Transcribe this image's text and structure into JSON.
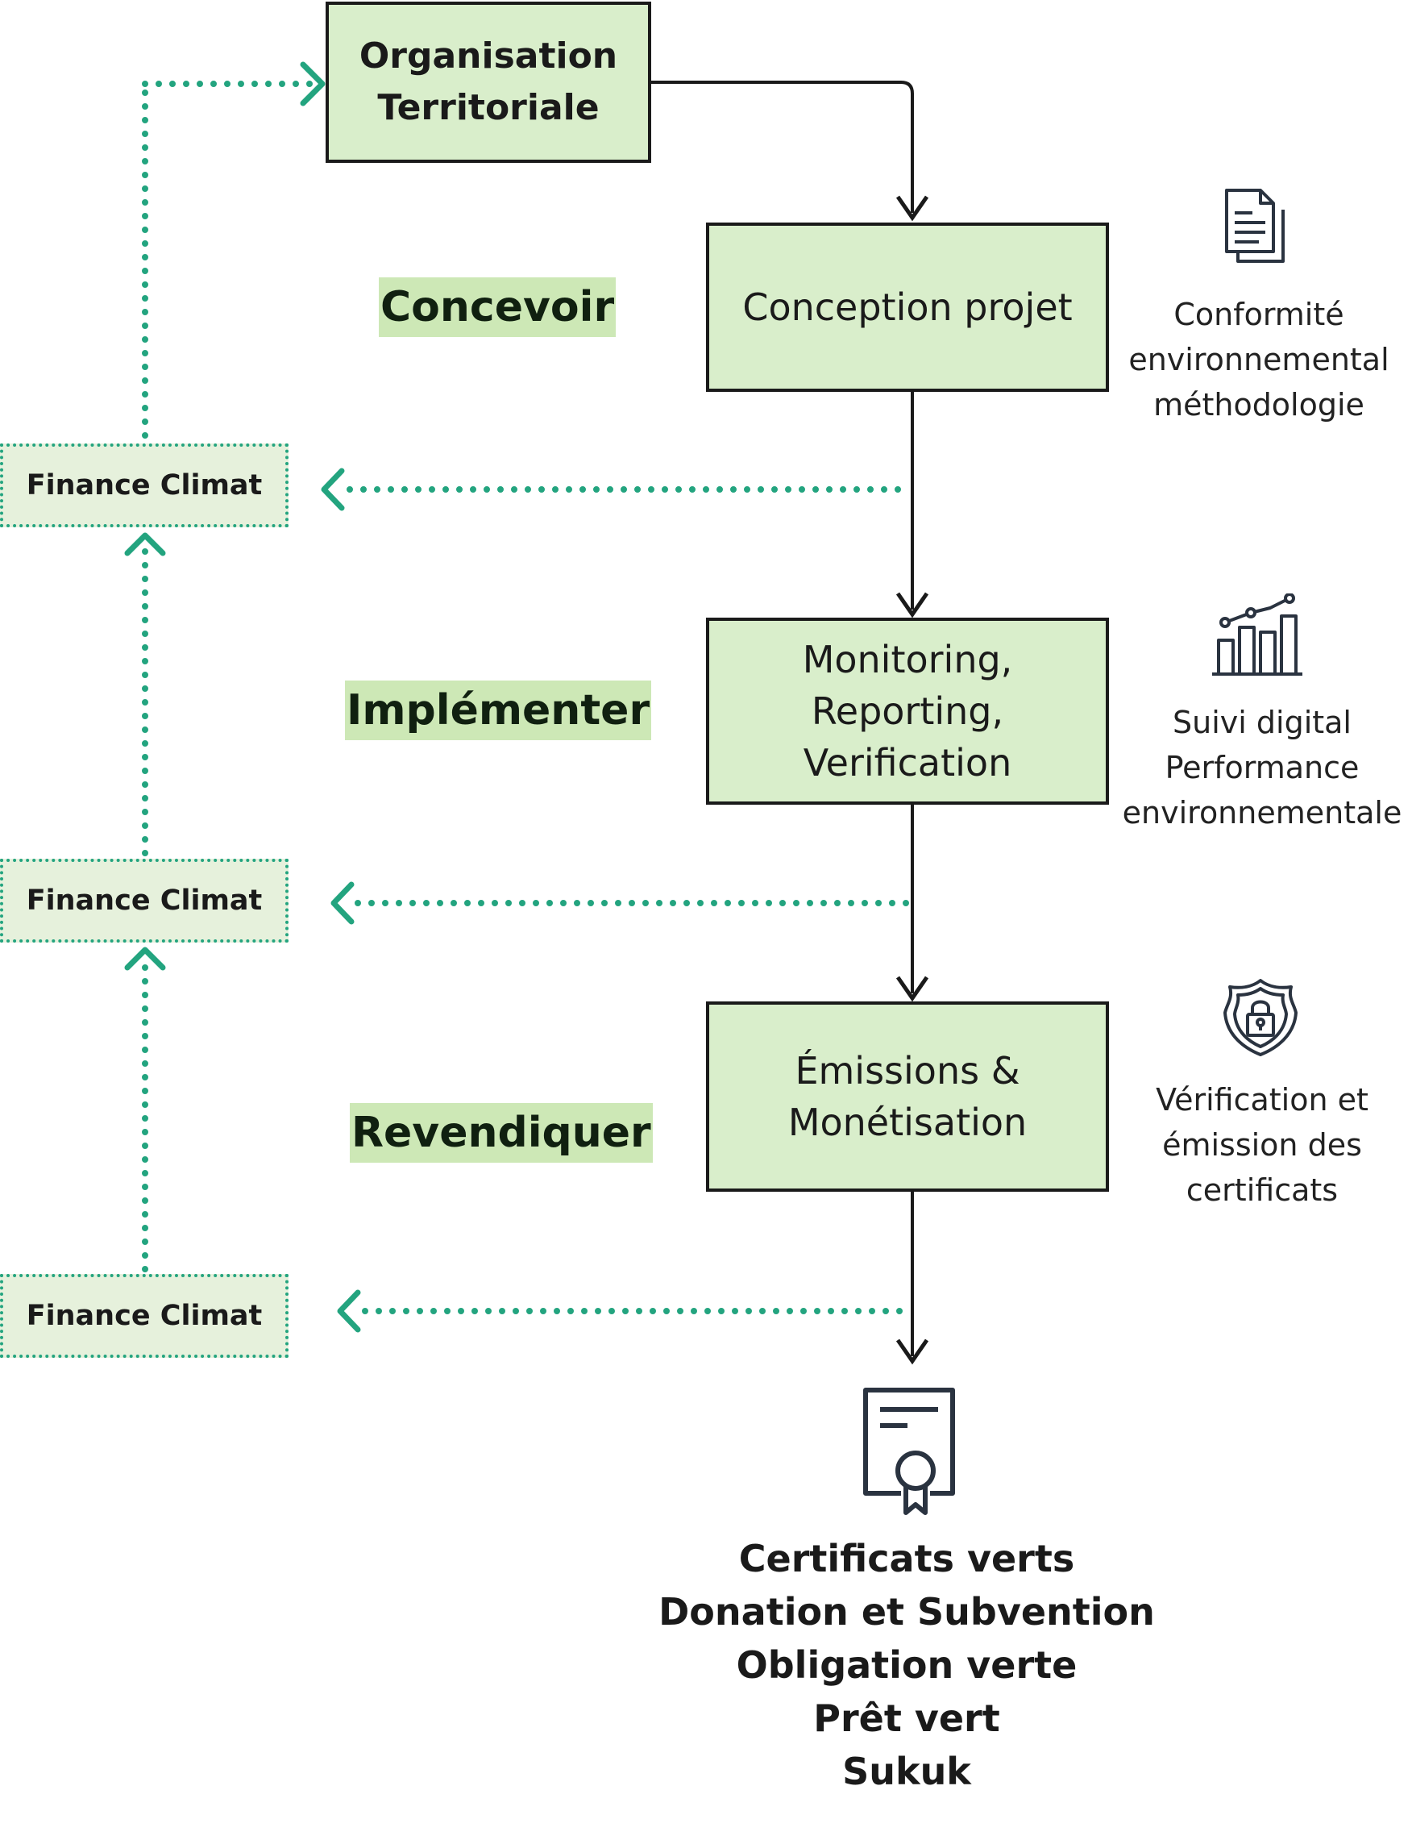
{
  "colors": {
    "box_fill": "#d9eecb",
    "phase_highlight": "#cde8b6",
    "dotted_accent": "#23a47f",
    "stroke": "#1a1a1a",
    "icon_stroke": "#2a3340"
  },
  "boxes": {
    "org": "Organisation\nTerritoriale",
    "concept": "Conception projet",
    "mrv": "Monitoring,\nReporting,\nVerification",
    "emissions": "Émissions &\nMonétisation"
  },
  "phases": [
    "Concevoir",
    "Implémenter",
    "Revendiquer"
  ],
  "finance_label": "Finance Climat",
  "side_notes": [
    {
      "icon": "document-icon",
      "text": "Conformité\nenvironnemental\nméthodologie"
    },
    {
      "icon": "bar-chart-icon",
      "text": "Suivi digital\nPerformance\nenvironnementale"
    },
    {
      "icon": "shield-lock-icon",
      "text": "Vérification et\némission des\ncertificats"
    }
  ],
  "outcome_icon": "certificate-icon",
  "outcomes": [
    "Certificats verts",
    "Donation et Subvention",
    "Obligation verte",
    "Prêt vert",
    "Sukuk"
  ]
}
